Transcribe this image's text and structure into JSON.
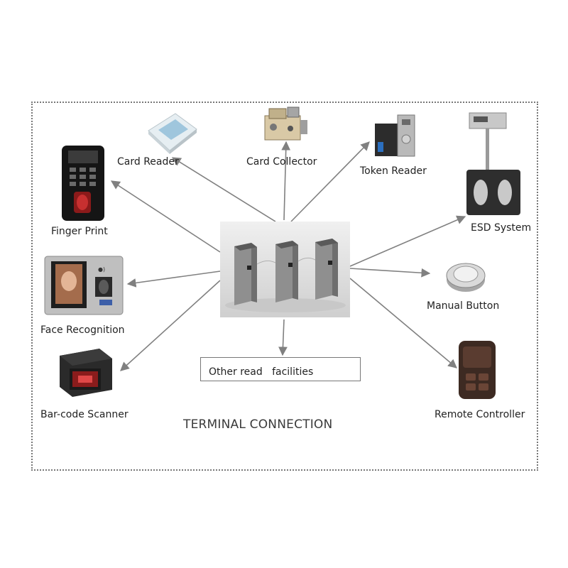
{
  "title": "TERMINAL CONNECTION",
  "hub": {
    "icon": "turnstile-gates-icon"
  },
  "other_box": {
    "label": "Other read   facilities"
  },
  "devices": [
    {
      "key": "card-reader",
      "label": "Card Reader",
      "icon": "card-reader-icon"
    },
    {
      "key": "card-collector",
      "label": "Card Collector",
      "icon": "card-collector-icon"
    },
    {
      "key": "token-reader",
      "label": "Token Reader",
      "icon": "token-reader-icon"
    },
    {
      "key": "esd-system",
      "label": "ESD System",
      "icon": "esd-tester-icon"
    },
    {
      "key": "finger-print",
      "label": "Finger Print",
      "icon": "fingerprint-terminal-icon"
    },
    {
      "key": "face-recognition",
      "label": "Face Recognition",
      "icon": "face-recognition-terminal-icon"
    },
    {
      "key": "manual-button",
      "label": "Manual Button",
      "icon": "push-button-icon"
    },
    {
      "key": "barcode-scanner",
      "label": "Bar-code Scanner",
      "icon": "barcode-scanner-icon"
    },
    {
      "key": "remote-controller",
      "label": "Remote Controller",
      "icon": "remote-control-icon"
    }
  ],
  "colors": {
    "arrow": "#808080",
    "frame": "#777777"
  }
}
